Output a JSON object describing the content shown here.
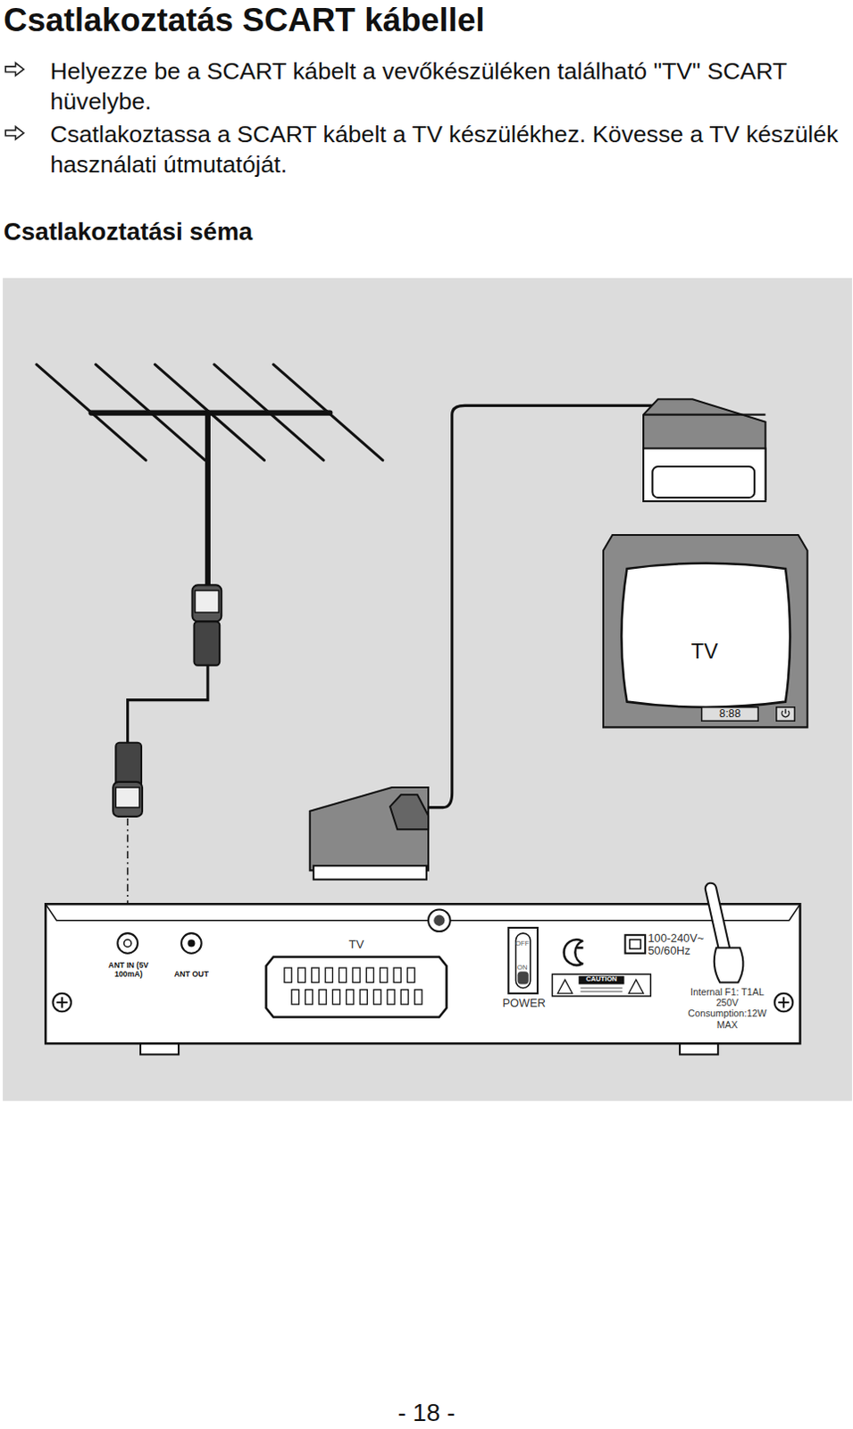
{
  "diagram": {
    "title": "Csatlakoztatás SCART kábellel",
    "nodes": [
      {
        "text": [
          "TV"
        ]
      },
      {
        "text": [
          "ANT IN (5V 100mA)",
          "ANT OUT",
          "TV",
          "OFF",
          "ON",
          "POWER",
          "100-240V~ 50/60Hz",
          "CAUTION",
          "Internal F1: T1AL 250V Consumption:12W MAX"
        ]
      }
    ],
    "labels": [
      "Helyezze be a SCART kábelt a vevőkészüléken található \"TV\" SCART hüvelybe.",
      "Csatlakoztassa a SCART kábelt a TV készülékhez. Kövesse a TV készülék használati útmutatóját.",
      "Csatlakoztatási séma",
      "8:88",
      "- 18 -"
    ]
  }
}
